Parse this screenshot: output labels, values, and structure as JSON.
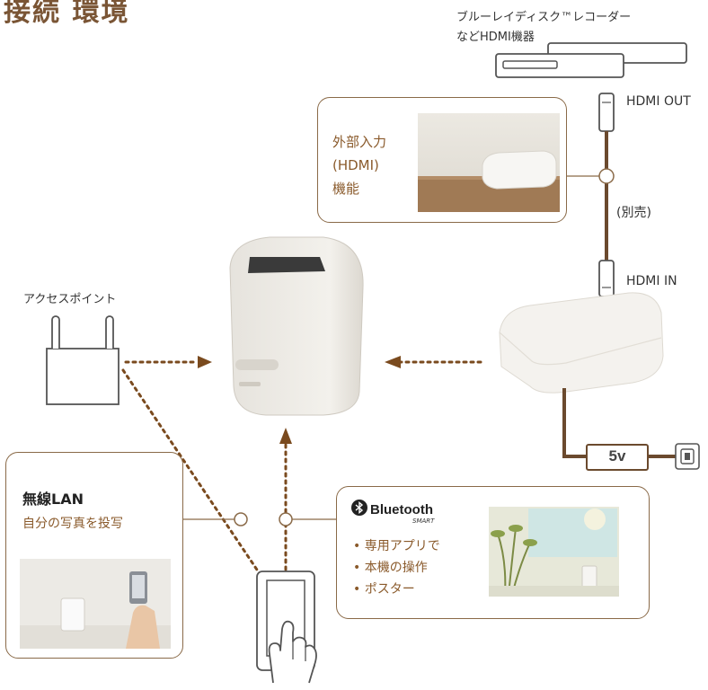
{
  "title": "接続 環境",
  "labels": {
    "bluray_line1": "ブルーレイディスク™レコーダー",
    "bluray_line2": "などHDMI機器",
    "hdmi_out": "HDMI OUT",
    "sold_separately": "(別売)",
    "hdmi_in": "HDMI IN",
    "access_point": "アクセスポイント",
    "voltage": "5v"
  },
  "hdmi_callout": {
    "line1": "外部入力",
    "line2": "(HDMI)",
    "line3": "機能"
  },
  "wlan_callout": {
    "title": "無線LAN",
    "subtitle": "自分の写真を投写"
  },
  "bt_callout": {
    "brand": "Bluetooth",
    "smart": "SMART",
    "items": [
      "専用アプリで",
      "本機の操作",
      "ポスター"
    ]
  },
  "colors": {
    "accent_brown": "#8a5a2b",
    "line_brown": "#6b4a2e",
    "device_white": "#f2f0ec"
  }
}
